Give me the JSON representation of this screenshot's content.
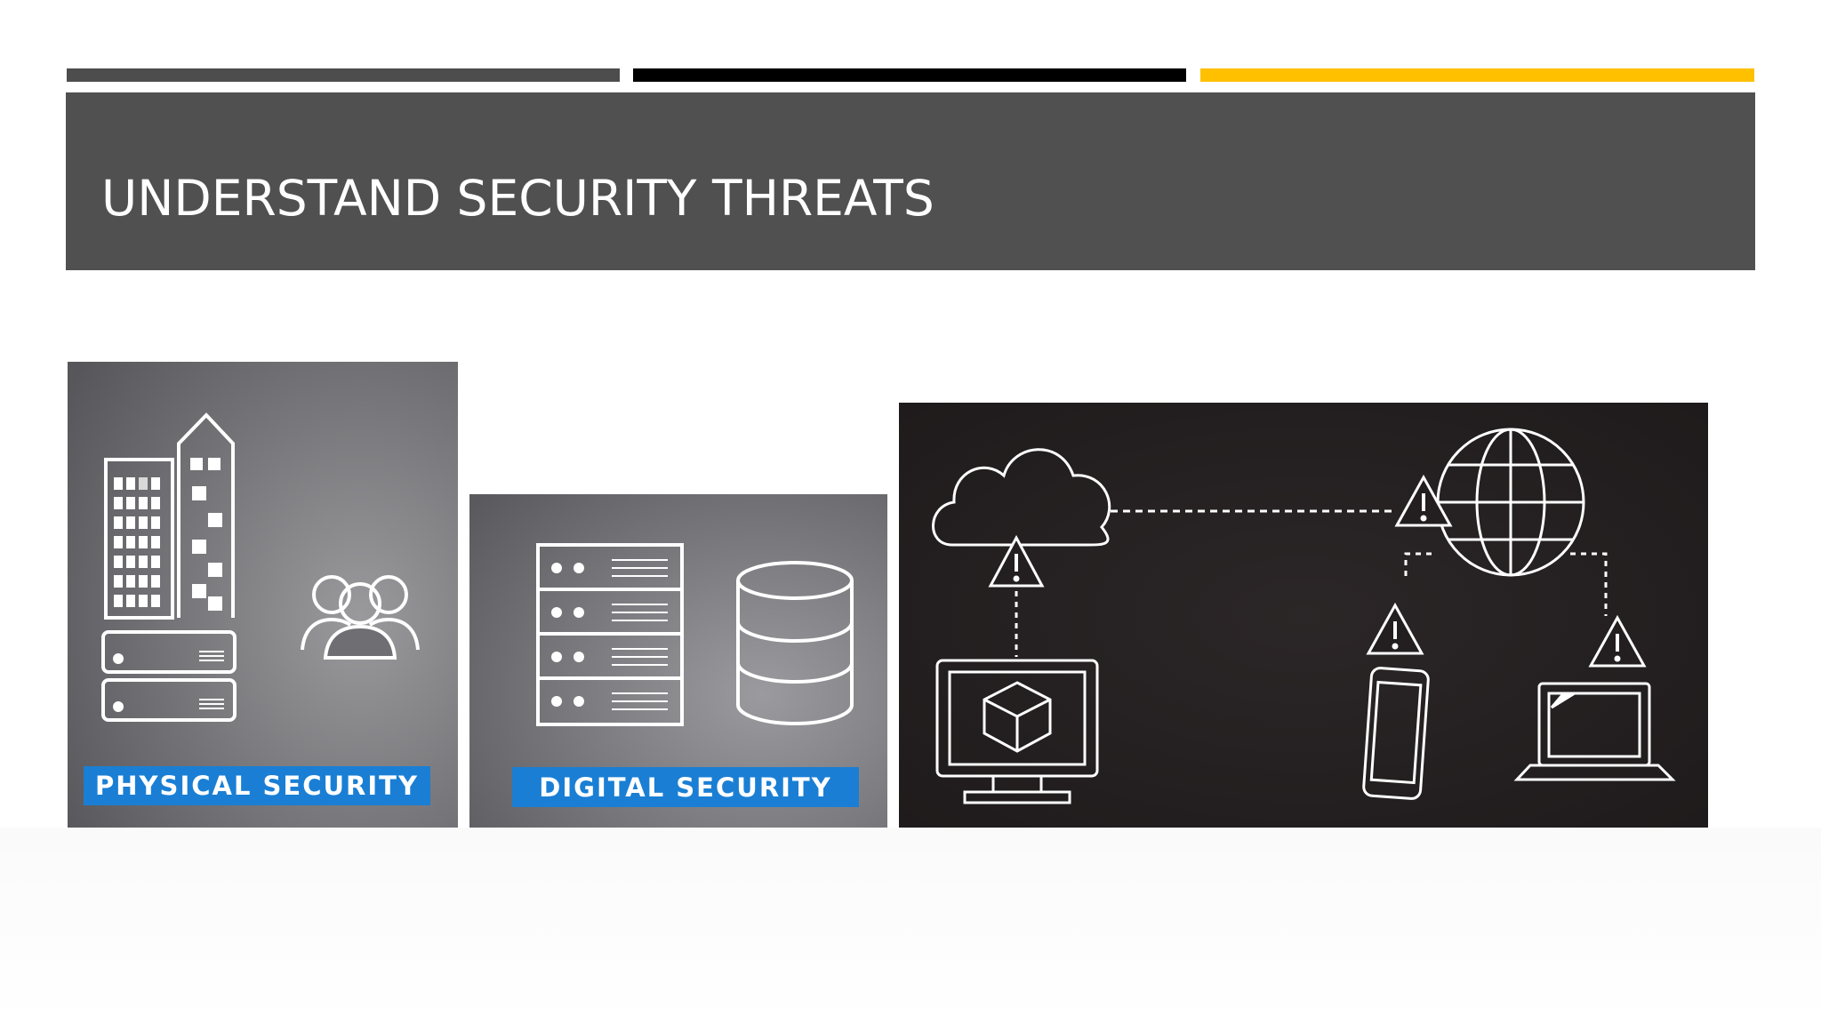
{
  "slide": {
    "title": "UNDERSTAND SECURITY THREATS"
  },
  "accent_bars": [
    {
      "color": "#4d4d4d"
    },
    {
      "color": "#000000"
    },
    {
      "color": "#ffc000"
    }
  ],
  "colors": {
    "title_band": "#505050",
    "label_blue": "#1a7fd4",
    "panel_gray": "#6b6b6e",
    "network_bg": "#231f20",
    "line_art": "#ffffff"
  },
  "images": {
    "physical": {
      "label": "PHYSICAL SECURITY",
      "icons": [
        "office-buildings-icon",
        "server-rack-icon",
        "people-group-icon"
      ]
    },
    "digital": {
      "label": "DIGITAL SECURITY",
      "icons": [
        "server-stack-icon",
        "database-icon"
      ]
    },
    "network": {
      "icons": [
        "cloud-icon",
        "globe-icon",
        "desktop-monitor-icon",
        "smartphone-icon",
        "laptop-icon",
        "warning-triangle-icon"
      ]
    }
  }
}
